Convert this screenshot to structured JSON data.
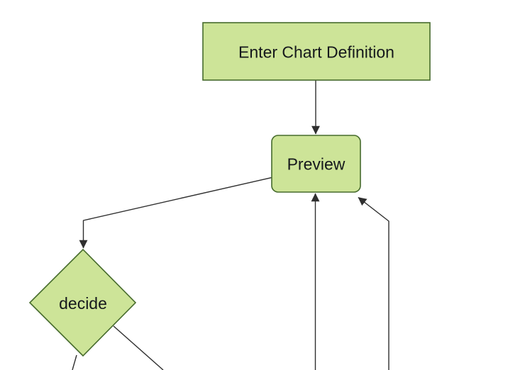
{
  "diagram": {
    "type": "flowchart",
    "direction": "top-down",
    "nodes": {
      "enter_chart_definition": {
        "label": "Enter Chart Definition",
        "shape": "rectangle"
      },
      "preview": {
        "label": "Preview",
        "shape": "rounded-rectangle"
      },
      "decide": {
        "label": "decide",
        "shape": "diamond"
      }
    },
    "edges": [
      {
        "from": "enter_chart_definition",
        "to": "preview",
        "arrowhead": true
      },
      {
        "from": "preview",
        "to": "decide",
        "arrowhead": true
      },
      {
        "from": "offscreen_bottom_center",
        "to": "preview",
        "arrowhead": true
      },
      {
        "from": "offscreen_bottom_right",
        "to": "preview",
        "arrowhead": true
      },
      {
        "from": "decide",
        "to": "offscreen_bottom_left",
        "arrowhead": false
      },
      {
        "from": "decide",
        "to": "offscreen_bottom_right",
        "arrowhead": false
      }
    ],
    "colors": {
      "node_fill": "#cde498",
      "node_stroke": "#466b2c",
      "edge_color": "#2f2f2f",
      "text_color": "#15181c",
      "background": "#ffffff"
    }
  }
}
